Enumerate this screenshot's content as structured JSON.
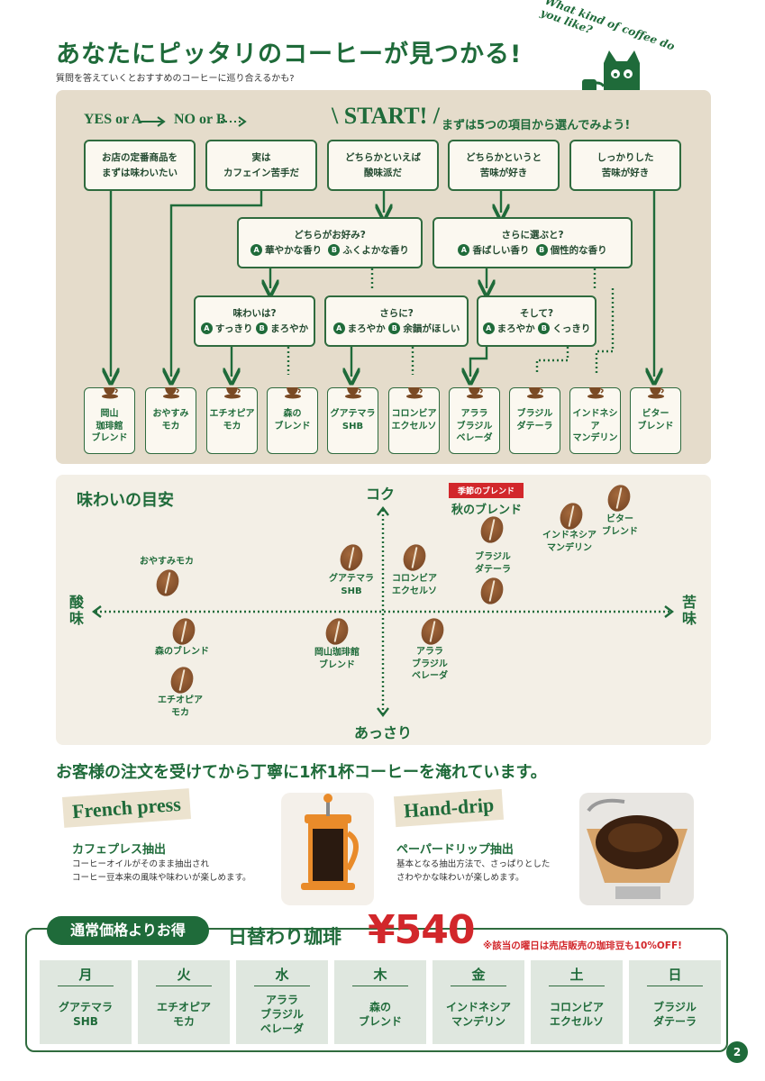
{
  "header": {
    "title": "あなたにピッタリのコーヒーが見つかる!",
    "subtitle": "質問を答えていくとおすすめのコーヒーに巡り合えるかも?",
    "badge": "What kind of coffee do you like?"
  },
  "flow": {
    "legend_yes": "YES or A",
    "legend_no": "NO or B",
    "start": "\\ START! /",
    "start_note": "まずは5つの項目から選んでみよう!",
    "top_questions": [
      [
        "お店の定番商品を",
        "まずは味わいたい"
      ],
      [
        "実は",
        "カフェイン苦手だ"
      ],
      [
        "どちらかといえば",
        "酸味派だ"
      ],
      [
        "どちらかというと",
        "苦味が好き"
      ],
      [
        "しっかりした",
        "苦味が好き"
      ]
    ],
    "mid_questions": [
      {
        "title": "どちらがお好み?",
        "a": "華やかな香り",
        "b": "ふくよかな香り"
      },
      {
        "title": "さらに選ぶと?",
        "a": "香ばしい香り",
        "b": "個性的な香り"
      }
    ],
    "low_questions": [
      {
        "title": "味わいは?",
        "a": "すっきり",
        "b": "まろやか"
      },
      {
        "title": "さらに?",
        "a": "まろやか",
        "b": "余韻がほしい"
      },
      {
        "title": "そして?",
        "a": "まろやか",
        "b": "くっきり"
      }
    ],
    "ab_a": "A",
    "ab_b": "B",
    "results": [
      [
        "岡山",
        "珈琲館",
        "ブレンド"
      ],
      [
        "おやすみ",
        "モカ"
      ],
      [
        "エチオピア",
        "モカ"
      ],
      [
        "森の",
        "ブレンド"
      ],
      [
        "グアテマラ",
        "SHB"
      ],
      [
        "コロンビア",
        "エクセルソ"
      ],
      [
        "アララ",
        "ブラジル",
        "ベレーダ"
      ],
      [
        "ブラジル",
        "ダテーラ"
      ],
      [
        "インドネシア",
        "マンデリン"
      ],
      [
        "ビター",
        "ブレンド"
      ]
    ]
  },
  "taste_map": {
    "title": "味わいの目安",
    "top": "コク",
    "bottom": "あっさり",
    "left": "酸味",
    "right": "苦味",
    "season_tag": "季節のブレンド",
    "season_name": "秋のブレンド",
    "beans": [
      {
        "label": "おやすみモカ"
      },
      {
        "label": "グアテマラ\nSHB"
      },
      {
        "label": "コロンビア\nエクセルソ"
      },
      {
        "label": "ブラジル\nダテーラ"
      },
      {
        "label": "インドネシア\nマンデリン"
      },
      {
        "label": "ビター\nブレンド"
      },
      {
        "label": "森のブレンド"
      },
      {
        "label": "エチオピア\nモカ"
      },
      {
        "label": "岡山珈琲館\nブレンド"
      },
      {
        "label": "アララ\nブラジル\nベレーダ"
      }
    ]
  },
  "methods": {
    "intro": "お客様の注文を受けてから丁寧に1杯1杯コーヒーを淹れています。",
    "press": {
      "script": "French press",
      "title": "カフェプレス抽出",
      "desc1": "コーヒーオイルがそのまま抽出され",
      "desc2": "コーヒー豆本来の風味や味わいが楽しめます。"
    },
    "drip": {
      "script": "Hand-drip",
      "title": "ペーパードリップ抽出",
      "desc1": "基本となる抽出方法で、さっぱりとした",
      "desc2": "さわやかな味わいが楽しめます。"
    }
  },
  "price": {
    "tag": "通常価格よりお得",
    "label": "日替わり珈琲",
    "amount": "¥540",
    "note": "※該当の曜日は売店販売の珈琲豆も10%OFF!",
    "days": [
      {
        "day": "月",
        "coffee": "グアテマラ\nSHB"
      },
      {
        "day": "火",
        "coffee": "エチオピア\nモカ"
      },
      {
        "day": "水",
        "coffee": "アララ\nブラジル\nベレーダ"
      },
      {
        "day": "木",
        "coffee": "森の\nブレンド"
      },
      {
        "day": "金",
        "coffee": "インドネシア\nマンデリン"
      },
      {
        "day": "土",
        "coffee": "コロンビア\nエクセルソ"
      },
      {
        "day": "日",
        "coffee": "ブラジル\nダテーラ"
      }
    ]
  },
  "page_number": "2",
  "colors": {
    "accent": "#1f6b3a",
    "price": "#d2272b",
    "panel": "#e5dccb"
  }
}
